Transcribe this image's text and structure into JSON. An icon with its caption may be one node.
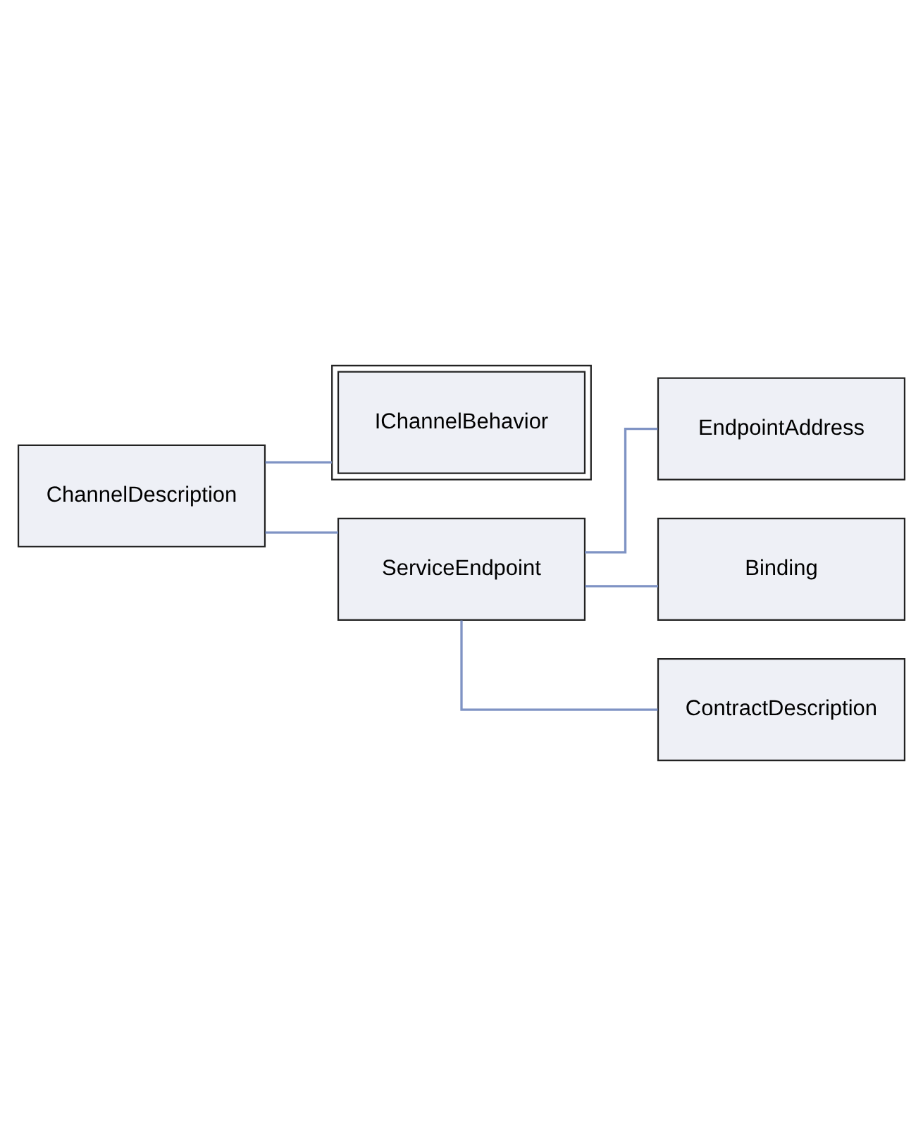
{
  "diagram": {
    "nodes": [
      {
        "text": [
          "ChannelDescription"
        ]
      },
      {
        "text": [
          "IChannelBehavior"
        ]
      },
      {
        "text": [
          "ServiceEndpoint"
        ]
      },
      {
        "text": [
          "EndpointAddress"
        ]
      },
      {
        "text": [
          "Binding"
        ]
      },
      {
        "text": [
          "ContractDescription"
        ]
      }
    ],
    "edges": [
      {
        "from": 0,
        "to": 1,
        "arrow": "none"
      },
      {
        "from": 0,
        "to": 2,
        "arrow": "none"
      },
      {
        "from": 2,
        "to": 3,
        "arrow": "none"
      },
      {
        "from": 2,
        "to": 4,
        "arrow": "none"
      },
      {
        "from": 2,
        "to": 5,
        "arrow": "none"
      }
    ]
  }
}
